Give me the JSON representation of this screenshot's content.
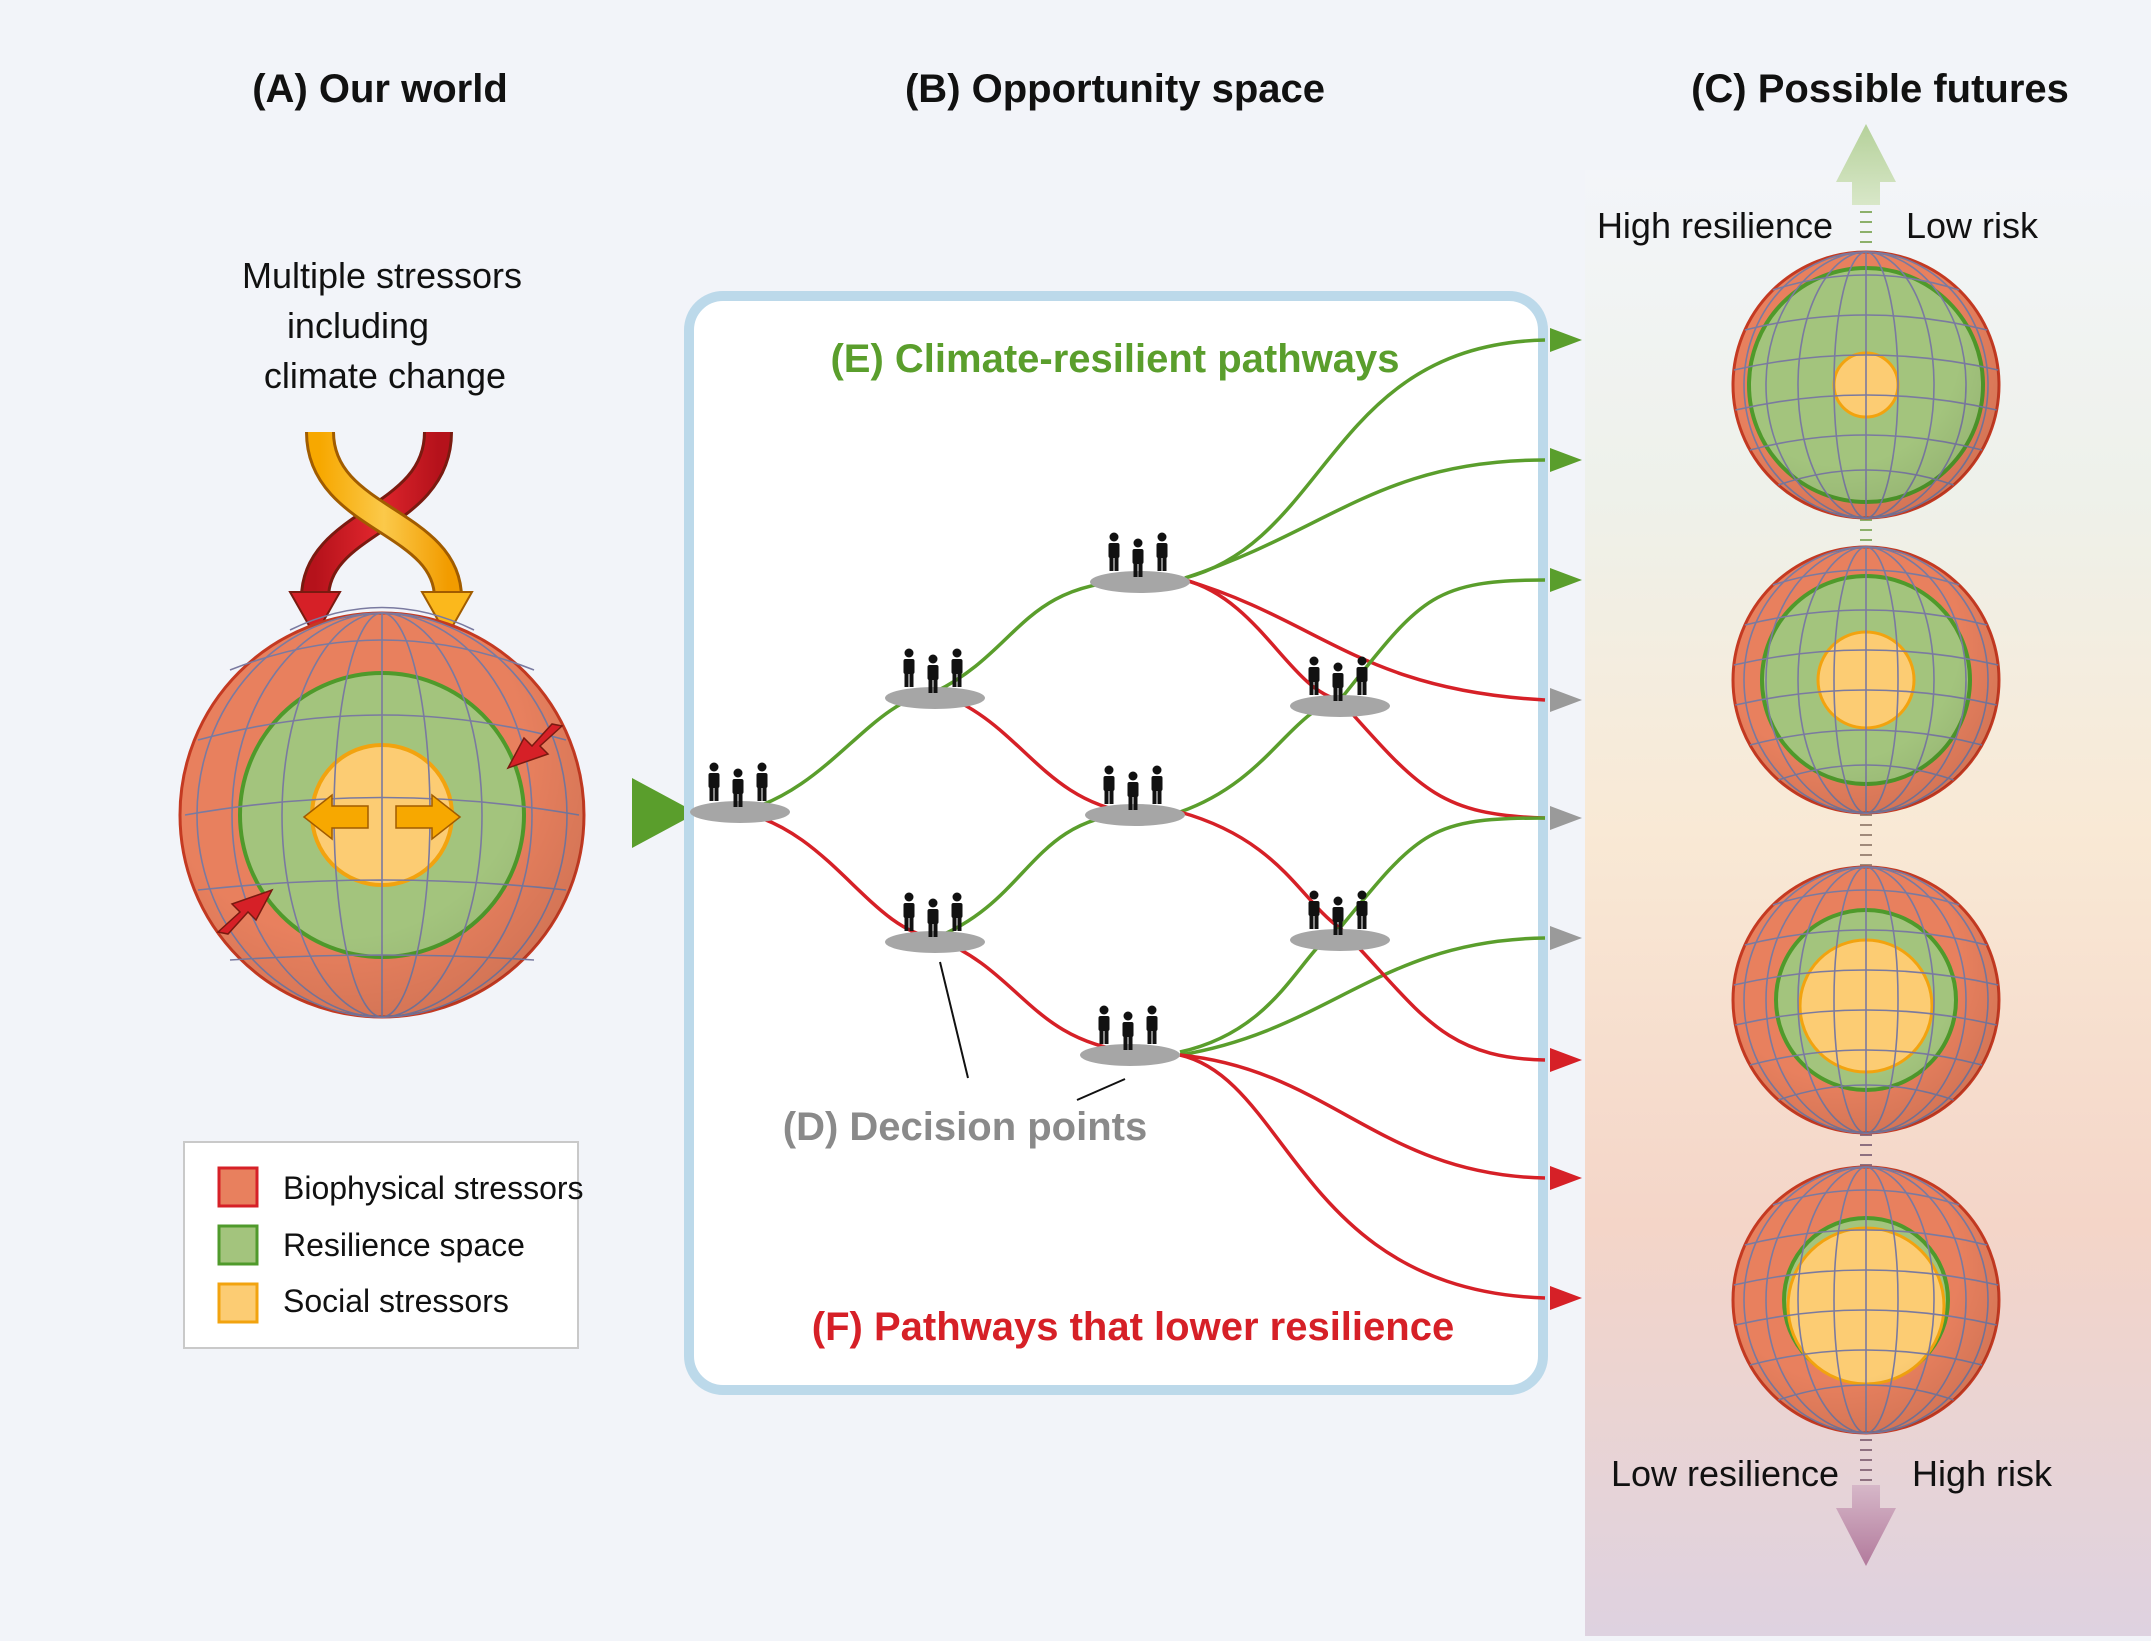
{
  "panels": {
    "a_title": "(A) Our world",
    "b_title": "(B) Opportunity space",
    "c_title": "(C) Possible futures"
  },
  "stressors_label": [
    "Multiple stressors",
    "including",
    "climate change"
  ],
  "pathways": {
    "climate_resilient": "(E) Climate-resilient pathways",
    "lower_resilience": "(F) Pathways that lower resilience",
    "decision_points": "(D) Decision points"
  },
  "futures_scale": {
    "top_left": "High resilience",
    "top_right": "Low risk",
    "bottom_left": "Low resilience",
    "bottom_right": "High risk"
  },
  "legend": [
    {
      "label": "Biophysical stressors",
      "fill": "#e8805e",
      "stroke": "#d62027"
    },
    {
      "label": "Resilience space",
      "fill": "#a3c47d",
      "stroke": "#4f9a2b"
    },
    {
      "label": "Social stressors",
      "fill": "#fccc73",
      "stroke": "#f2a30f"
    }
  ],
  "colors": {
    "biophysical": "#e8805e",
    "resilience": "#a3c47d",
    "social": "#fccc73",
    "green_path": "#5a9e2c",
    "red_path": "#d62027",
    "grey_arrow": "#9a9a9a",
    "box_border": "#bcd9ea"
  },
  "icons": [
    "people-group-icon",
    "globe-icon",
    "arrow-icon"
  ]
}
